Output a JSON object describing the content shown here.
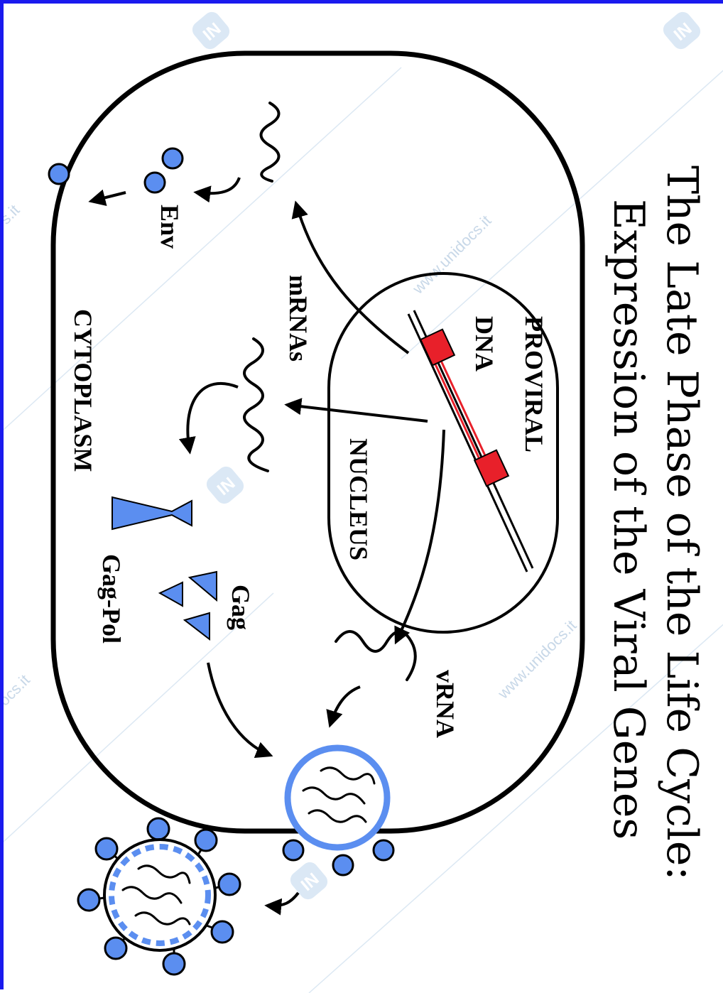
{
  "title": {
    "line1": "The Late Phase of the Life Cycle:",
    "line2": "Expression of the Viral Genes"
  },
  "labels": {
    "proviral": "PROVIRAL",
    "dna": "DNA",
    "nucleus": "NUCLEUS",
    "mrnas": "mRNAs",
    "env": "Env",
    "cytoplasm": "CYTOPLASM",
    "gag": "Gag",
    "gag_pol": "Gag-Pol",
    "vrna": "vRNA"
  },
  "watermark": {
    "text": "www.unidocs.it",
    "edge_fragment_1": "s.it",
    "edge_fragment_2": "ocs.it",
    "logo_letters": "IN"
  },
  "colors": {
    "frame": "#1a1aee",
    "protein_blue": "#5b8ef0",
    "ltr_red": "#e8202a",
    "watermark": "#c8d8e8"
  }
}
